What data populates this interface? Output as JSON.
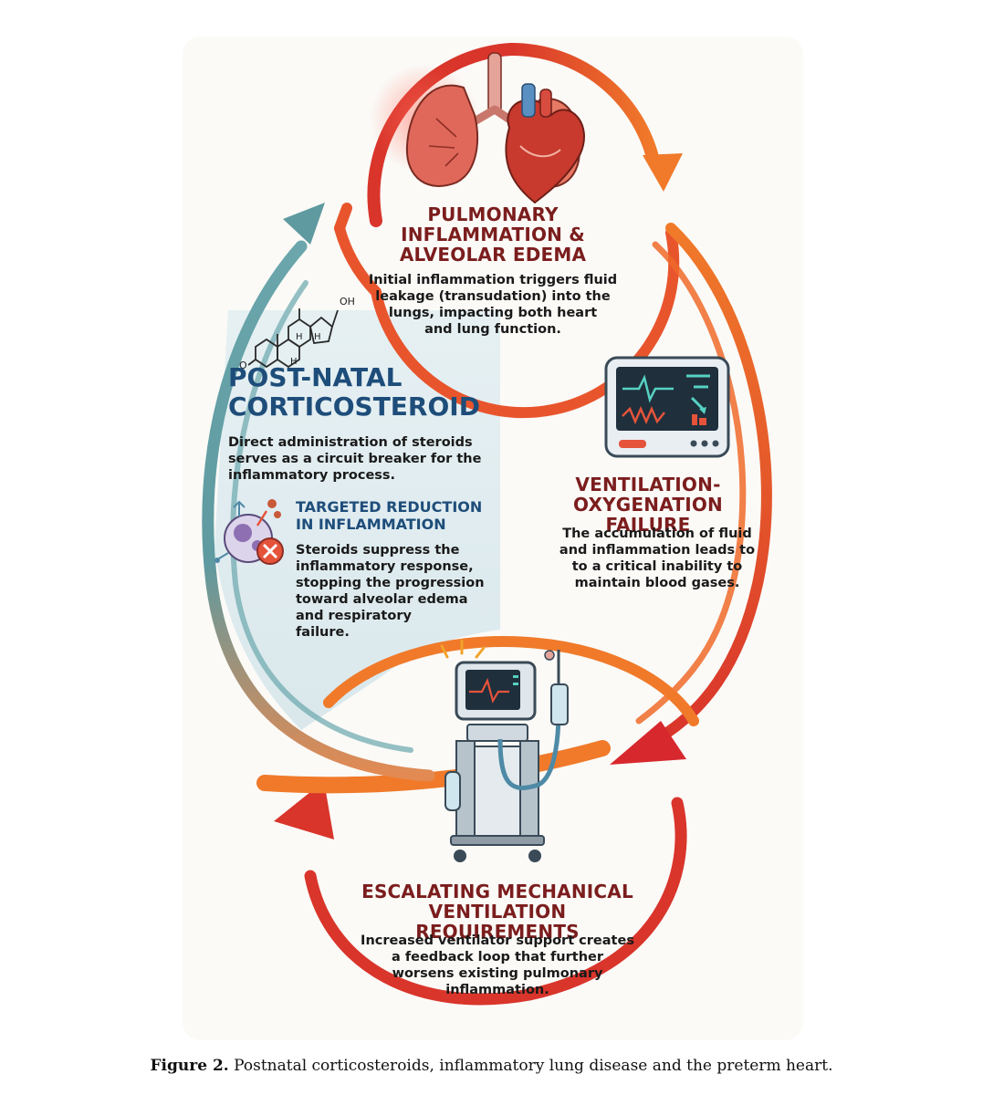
{
  "colors": {
    "red": "#d93a2b",
    "orange": "#f07a2a",
    "teal": "#5e9aa0",
    "navy": "#1e4d7a",
    "maroon": "#7b1d1d",
    "panel": "#e4eef1"
  },
  "nodes": {
    "pulmonary": {
      "title": "PULMONARY\nINFLAMMATION &\nALVEOLAR EDEMA",
      "body": "Initial inflammation triggers fluid\nleakage (transudation) into the\nlungs, impacting both heart\nand lung function.",
      "icon": "lungs-and-heart-icon"
    },
    "ventilation_failure": {
      "title": "VENTILATION-OXYGENATION\nFAILURE",
      "body": "The accumulation of fluid\nand inflammation leads to\nto a critical inability to\nmaintain blood gases.",
      "icon": "patient-monitor-icon"
    },
    "escalating": {
      "title": "ESCALATING MECHANICAL\nVENTILATION REQUIREMENTS",
      "body": "Increased ventilator support creates\na feedback loop that further\nworsens existing pulmonary\ninflammation.",
      "icon": "ventilator-icon"
    },
    "corticosteroid": {
      "title": "POST-NATAL\nCORTICOSTEROID",
      "body": "Direct administration of steroids\nserves as a circuit breaker for the\ninflammatory process.",
      "subtitle": "TARGETED REDUCTION\nIN INFLAMMATION",
      "sub_body": "Steroids suppress the\ninflammatory response,\nstopping the progression\ntoward alveolar edema\nand respiratory\nfailure.",
      "icon": "steroid-molecule-icon",
      "sub_icon": "immune-cell-icon",
      "molecule_labels": {
        "oh": "OH",
        "h": "H",
        "o": "O"
      }
    }
  },
  "caption": {
    "label": "Figure 2.",
    "text": " Postnatal corticosteroids, inflammatory lung disease and the preterm heart."
  }
}
